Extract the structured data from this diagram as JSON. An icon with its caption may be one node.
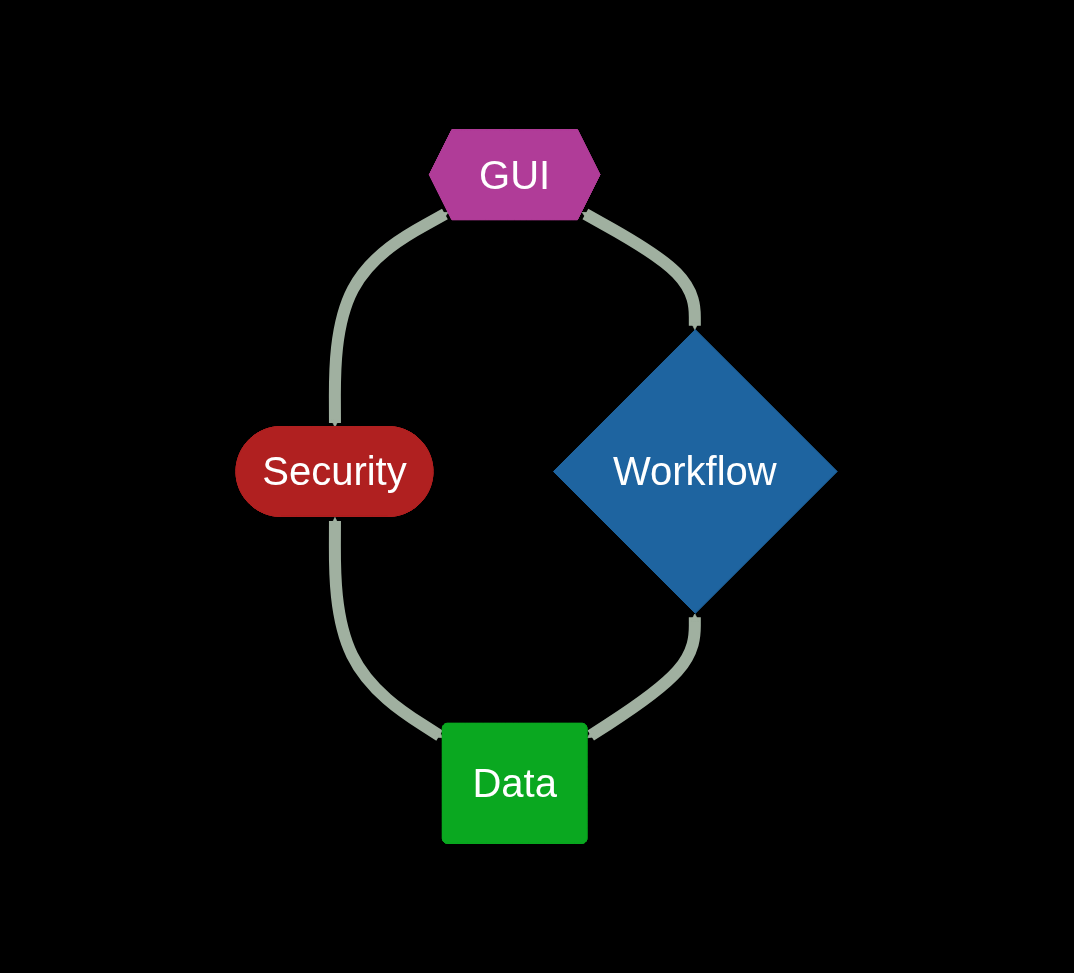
{
  "diagram": {
    "nodes": [
      {
        "text": [
          "GUI"
        ]
      },
      {
        "text": [
          "Security"
        ]
      },
      {
        "text": [
          "Workflow"
        ]
      },
      {
        "text": [
          "Data"
        ]
      }
    ],
    "edges": [
      {
        "from": 0,
        "to": 1,
        "arrow": "both"
      },
      {
        "from": 0,
        "to": 2,
        "arrow": "both"
      },
      {
        "from": 1,
        "to": 3,
        "arrow": "both"
      },
      {
        "from": 2,
        "to": 3,
        "arrow": "both"
      }
    ]
  }
}
